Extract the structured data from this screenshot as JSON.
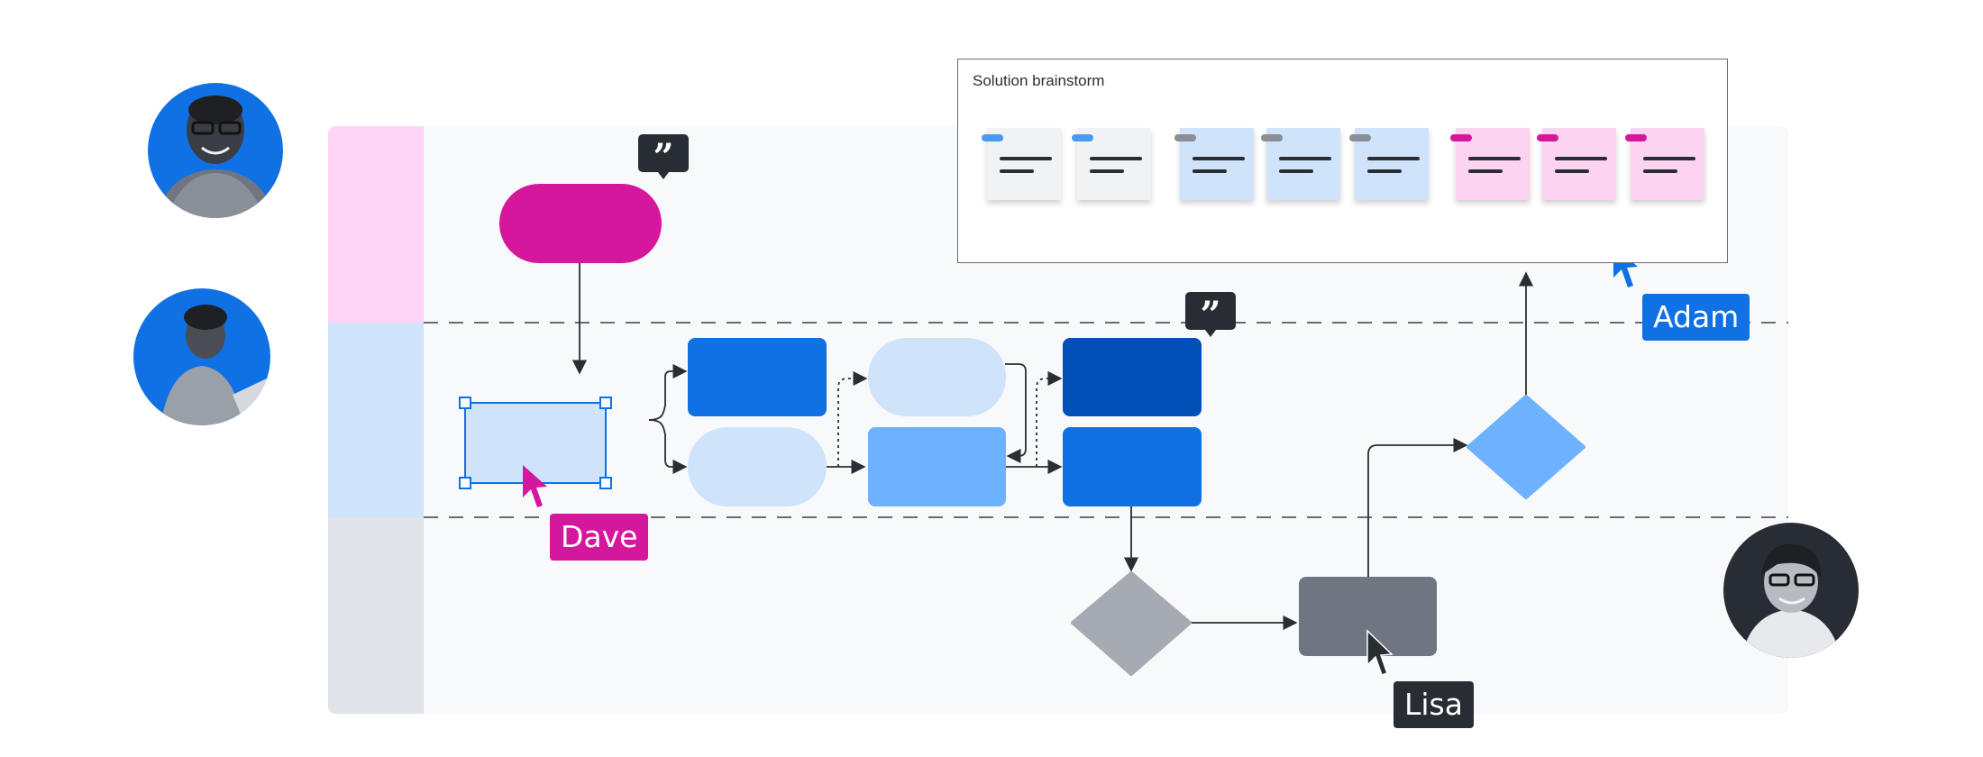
{
  "panel": {
    "title": "Solution brainstorm",
    "stickies": [
      {
        "color": "#f1f2f4",
        "tag": "#4a9af3"
      },
      {
        "color": "#f1f2f4",
        "tag": "#4a9af3"
      },
      {
        "color": "#cfe3fb",
        "tag": "#8a8f98"
      },
      {
        "color": "#cfe3fb",
        "tag": "#8a8f98"
      },
      {
        "color": "#cfe3fb",
        "tag": "#8a8f98"
      },
      {
        "color": "#fcd4f2",
        "tag": "#d5179e"
      },
      {
        "color": "#fcd4f2",
        "tag": "#d5179e"
      },
      {
        "color": "#fcd4f2",
        "tag": "#d5179e"
      }
    ]
  },
  "cursors": [
    {
      "name": "Dave",
      "color": "#d5179e"
    },
    {
      "name": "Adam",
      "color": "#1071e5"
    },
    {
      "name": "Lisa",
      "color": "#282c33"
    }
  ],
  "lanes": {
    "colors": [
      "#fed5f5",
      "#cfe3fb",
      "#e0e3e8"
    ]
  },
  "colors": {
    "magenta": "#d5179e",
    "blue": "#1071e5",
    "dark_blue": "#0050b8",
    "mid_blue": "#6db1ff",
    "light_blue": "#cfe3fb",
    "gray": "#a6abb2",
    "dark_gray": "#6f7682",
    "comment_bubble": "#282c33"
  },
  "icons": {
    "comment": "quote-bubble-icon",
    "cursor": "pointer-arrow-icon"
  }
}
